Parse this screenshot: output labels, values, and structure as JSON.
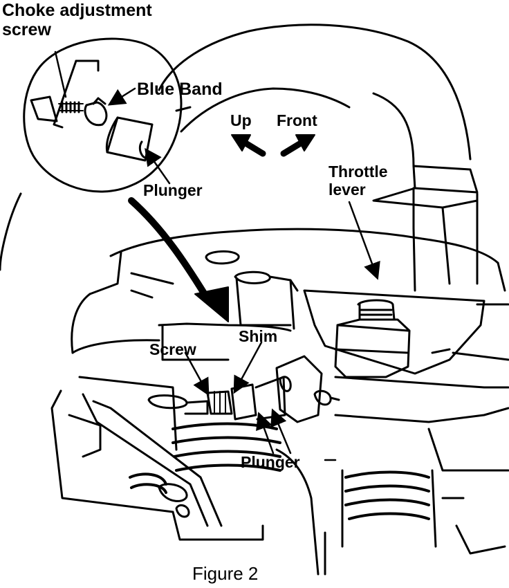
{
  "labels": {
    "choke_line1": "Choke adjustment",
    "choke_line2": "screw",
    "blue_band": "Blue Band",
    "up": "Up",
    "front": "Front",
    "throttle_line1": "Throttle",
    "throttle_line2": "lever",
    "plunger_inset": "Plunger",
    "shim": "Shim",
    "screw": "Screw",
    "plunger_main": "Plunger",
    "caption": "Figure 2"
  },
  "colors": {
    "ink": "#000000",
    "paper": "#ffffff"
  },
  "icons": [
    "up-arrow-icon",
    "front-arrow-icon",
    "pointer-arrow-icon"
  ]
}
